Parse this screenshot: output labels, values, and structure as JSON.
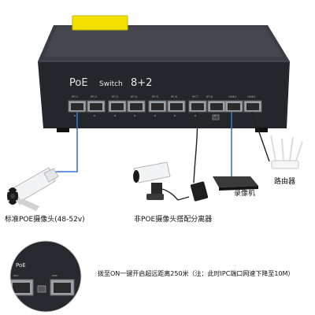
{
  "switch": {
    "brand": "PoE",
    "model_word": "Switch",
    "model_suffix": "8+2",
    "ports": [
      {
        "label": "IPC1"
      },
      {
        "label": "IPC2"
      },
      {
        "label": "IPC3"
      },
      {
        "label": "IPC4"
      },
      {
        "label": "IPC5"
      },
      {
        "label": "IPC6"
      },
      {
        "label": "IPC7"
      },
      {
        "label": "IPC8"
      }
    ],
    "uplinks": [
      {
        "label": "LINK1"
      },
      {
        "label": "LINK2"
      }
    ]
  },
  "labels": {
    "poe_camera": "标准POE摄像头(48-52v)",
    "nonpoe_camera": "非POE摄像头搭配分离器",
    "nvr": "录像机",
    "router": "路由器"
  },
  "inset": {
    "port_left": "IPC7",
    "port_right": "IPC8",
    "note": "拨至ON一键开启超远距离250米（注：此时IPC端口网速下降至10M）"
  },
  "colors": {
    "chassis": "#2a2d33",
    "cable_blue": "#3f6fd1",
    "cable_black": "#222222",
    "accent_yellow": "#f3e200"
  }
}
